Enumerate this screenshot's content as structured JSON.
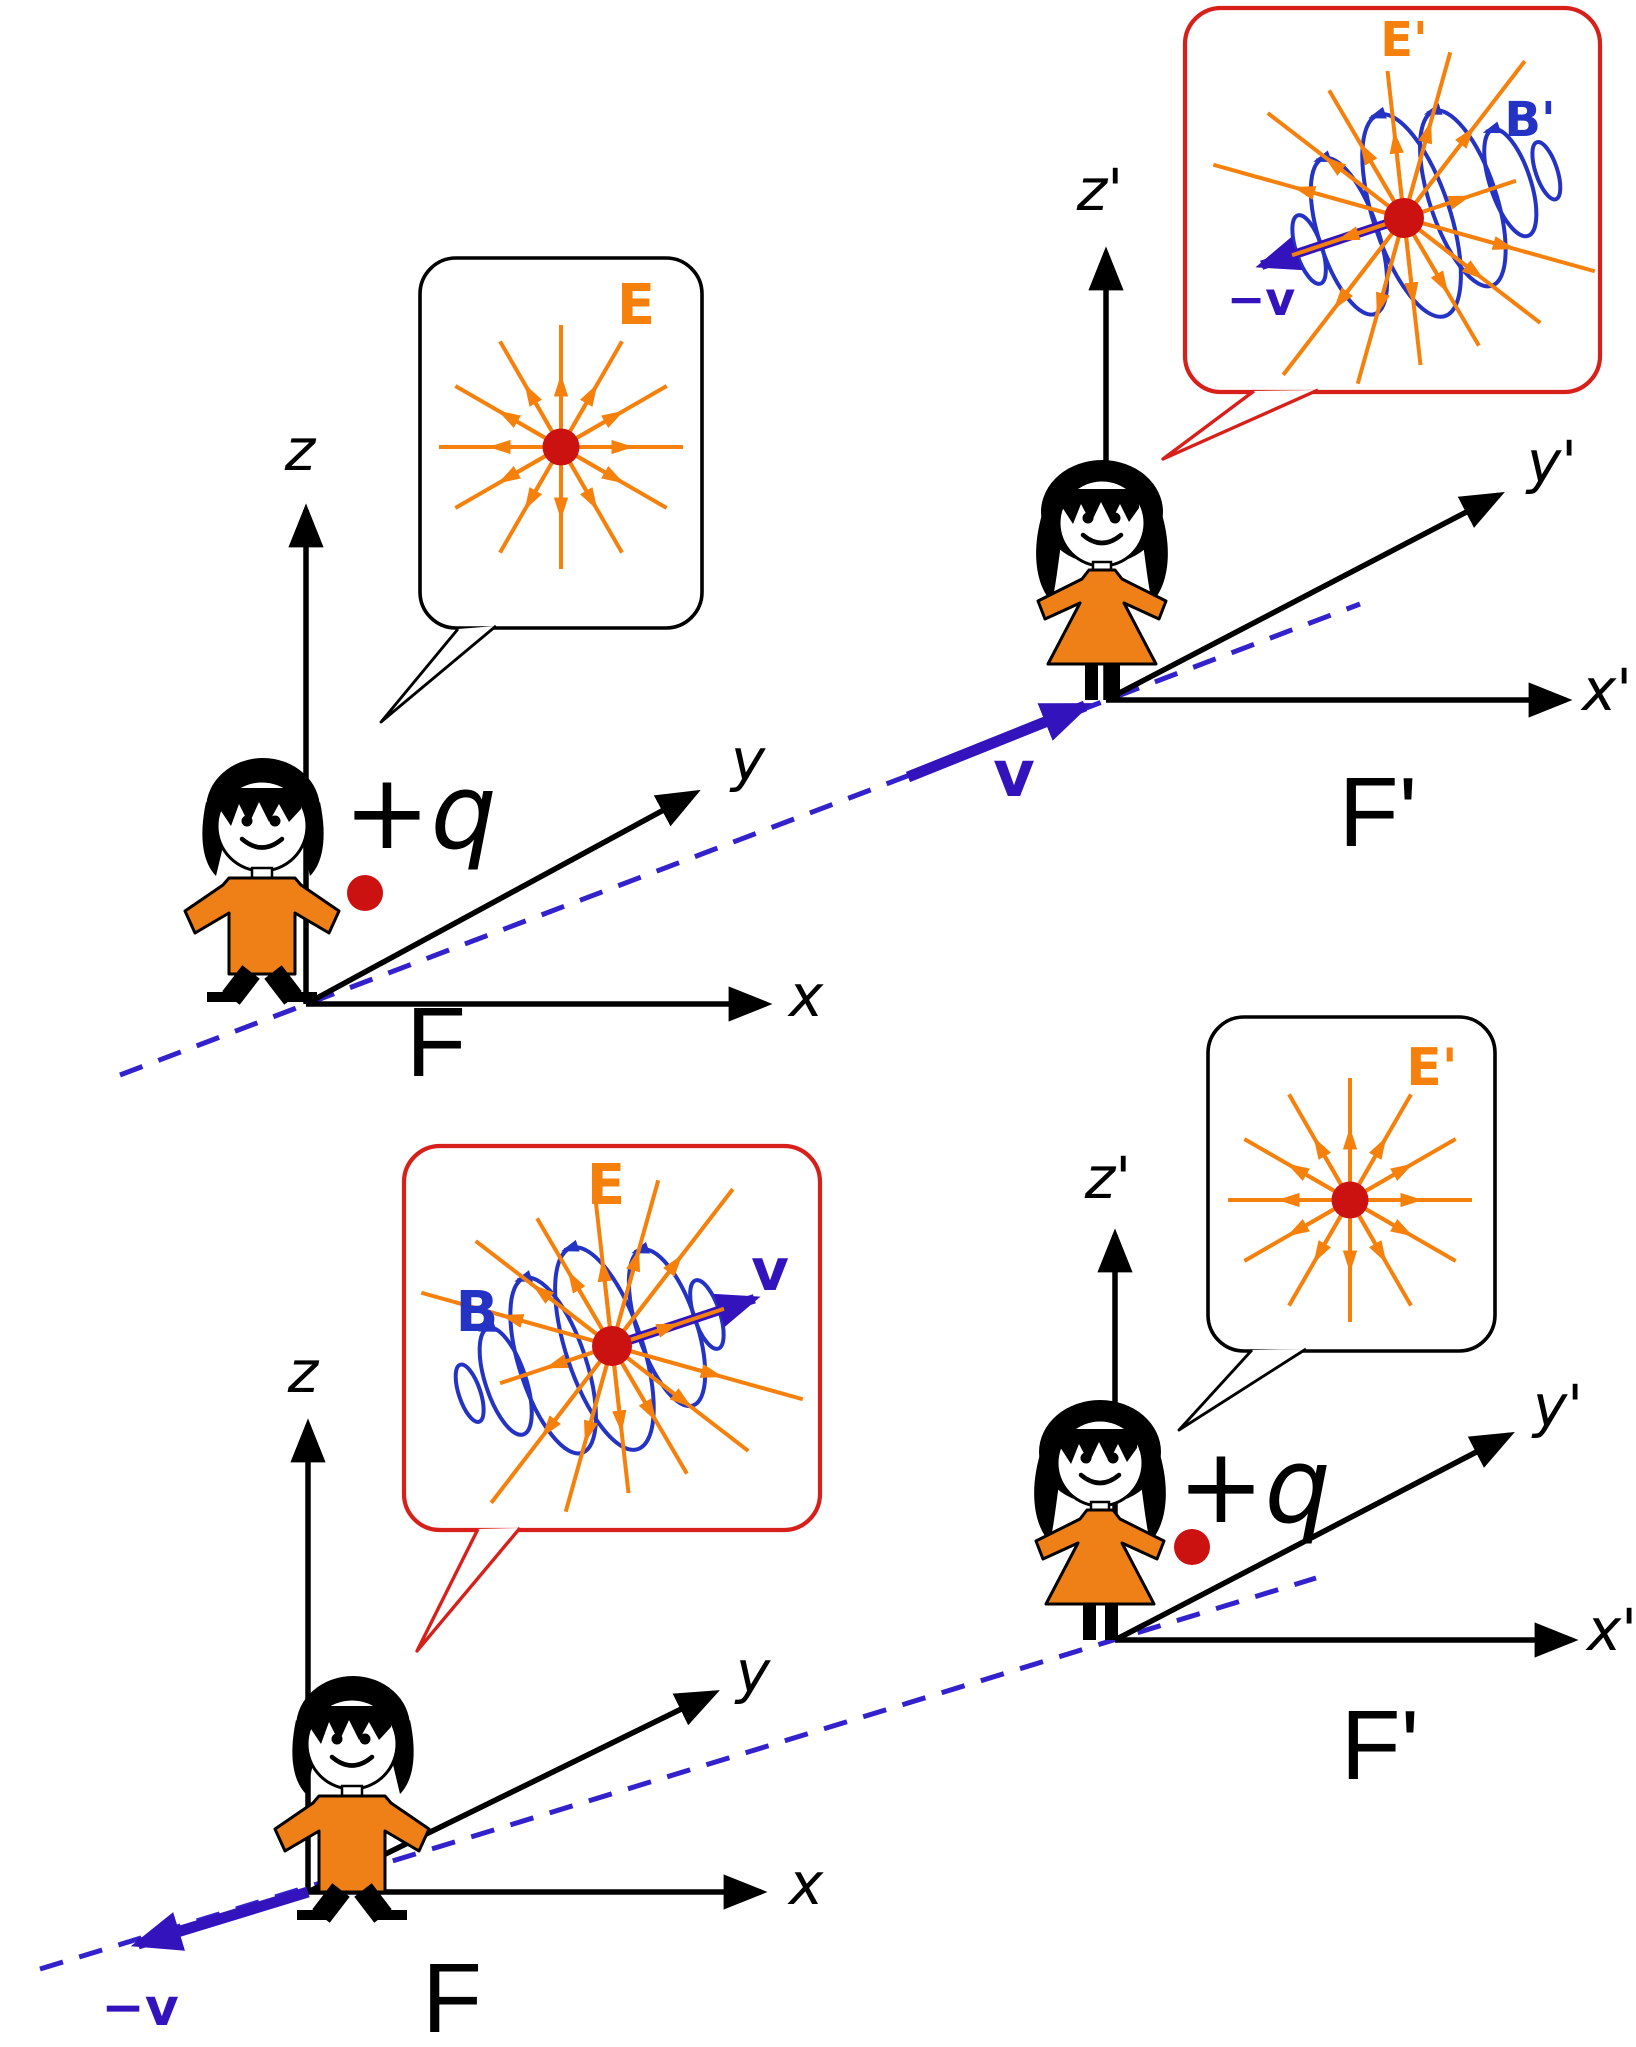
{
  "colors": {
    "field_orange": "#F5800C",
    "clothes_orange": "#EF7F17",
    "loop_blue": "#2433C4",
    "arrow_blue": "#3314BC",
    "dash_blue": "#3322CC",
    "charge_red": "#CC1111",
    "bubble_border_red": "#D8201A",
    "line_black": "#000000"
  },
  "panels": {
    "top_left": {
      "frame_label": "F",
      "axis_z": "z",
      "axis_y": "y",
      "axis_x": "x",
      "charge_label": "+q",
      "bubble": {
        "field_label": "E"
      }
    },
    "top_right": {
      "frame_label": "F'",
      "axis_z": "z'",
      "axis_y": "y'",
      "axis_x": "x'",
      "velocity_label": "v",
      "bubble": {
        "e_label": "E'",
        "b_label": "B'",
        "velocity_label": "−v"
      }
    },
    "bottom_left": {
      "frame_label": "F",
      "axis_z": "z",
      "axis_y": "y",
      "axis_x": "x",
      "velocity_label": "−v",
      "bubble": {
        "e_label": "E",
        "b_label": "B",
        "velocity_label": "v"
      }
    },
    "bottom_right": {
      "frame_label": "F'",
      "axis_z": "z'",
      "axis_y": "y'",
      "axis_x": "x'",
      "charge_label": "+q",
      "bubble": {
        "field_label": "E'"
      }
    }
  }
}
